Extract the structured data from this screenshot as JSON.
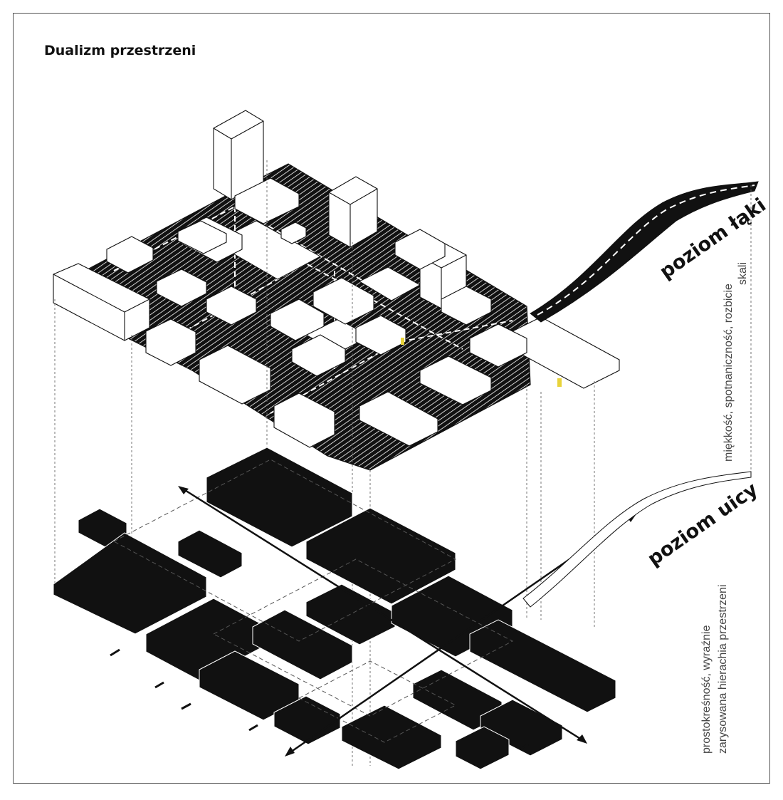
{
  "title": "Dualizm przestrzeni",
  "upper_level": {
    "name": "poziom łąki",
    "description": [
      "miękkość, spotnaniczność, rozbicie",
      "skali"
    ]
  },
  "lower_level": {
    "name": "poziom uicy",
    "description": [
      "prostokreśność, wyraźnie",
      "zarysowana hierachia przestrzeni"
    ]
  },
  "colors": {
    "ink": "#111111",
    "paper": "#ffffff",
    "accent": "#e8d33a",
    "frame": "#555555"
  }
}
